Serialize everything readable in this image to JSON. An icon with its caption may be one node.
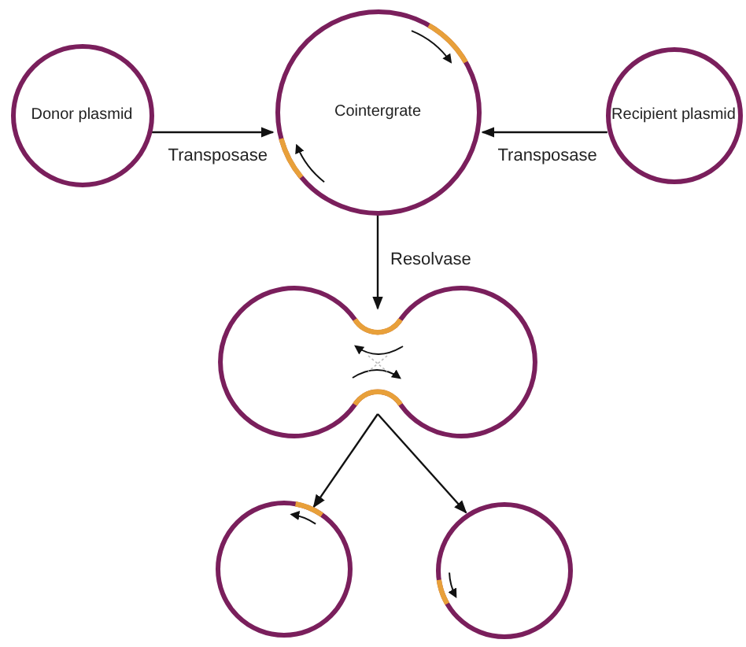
{
  "diagram": {
    "nodes": [
      {
        "text": [
          "Donor plasmid"
        ]
      },
      {
        "text": [
          "Cointergrate"
        ]
      },
      {
        "text": [
          "Recipient plasmid"
        ]
      },
      {
        "text": [],
        "shape": "picture"
      },
      {
        "text": [],
        "shape": "circle"
      },
      {
        "text": [],
        "shape": "circle"
      }
    ],
    "edges": [
      {
        "from": 0,
        "to": 1,
        "arrow": "to",
        "label": "Transposase"
      },
      {
        "from": 2,
        "to": 1,
        "arrow": "to",
        "label": "Transposase"
      },
      {
        "from": 1,
        "to": 3,
        "arrow": "to",
        "label": "Resolvase"
      },
      {
        "from": 3,
        "to": 4,
        "arrow": "to"
      },
      {
        "from": 3,
        "to": 5,
        "arrow": "to"
      }
    ]
  }
}
